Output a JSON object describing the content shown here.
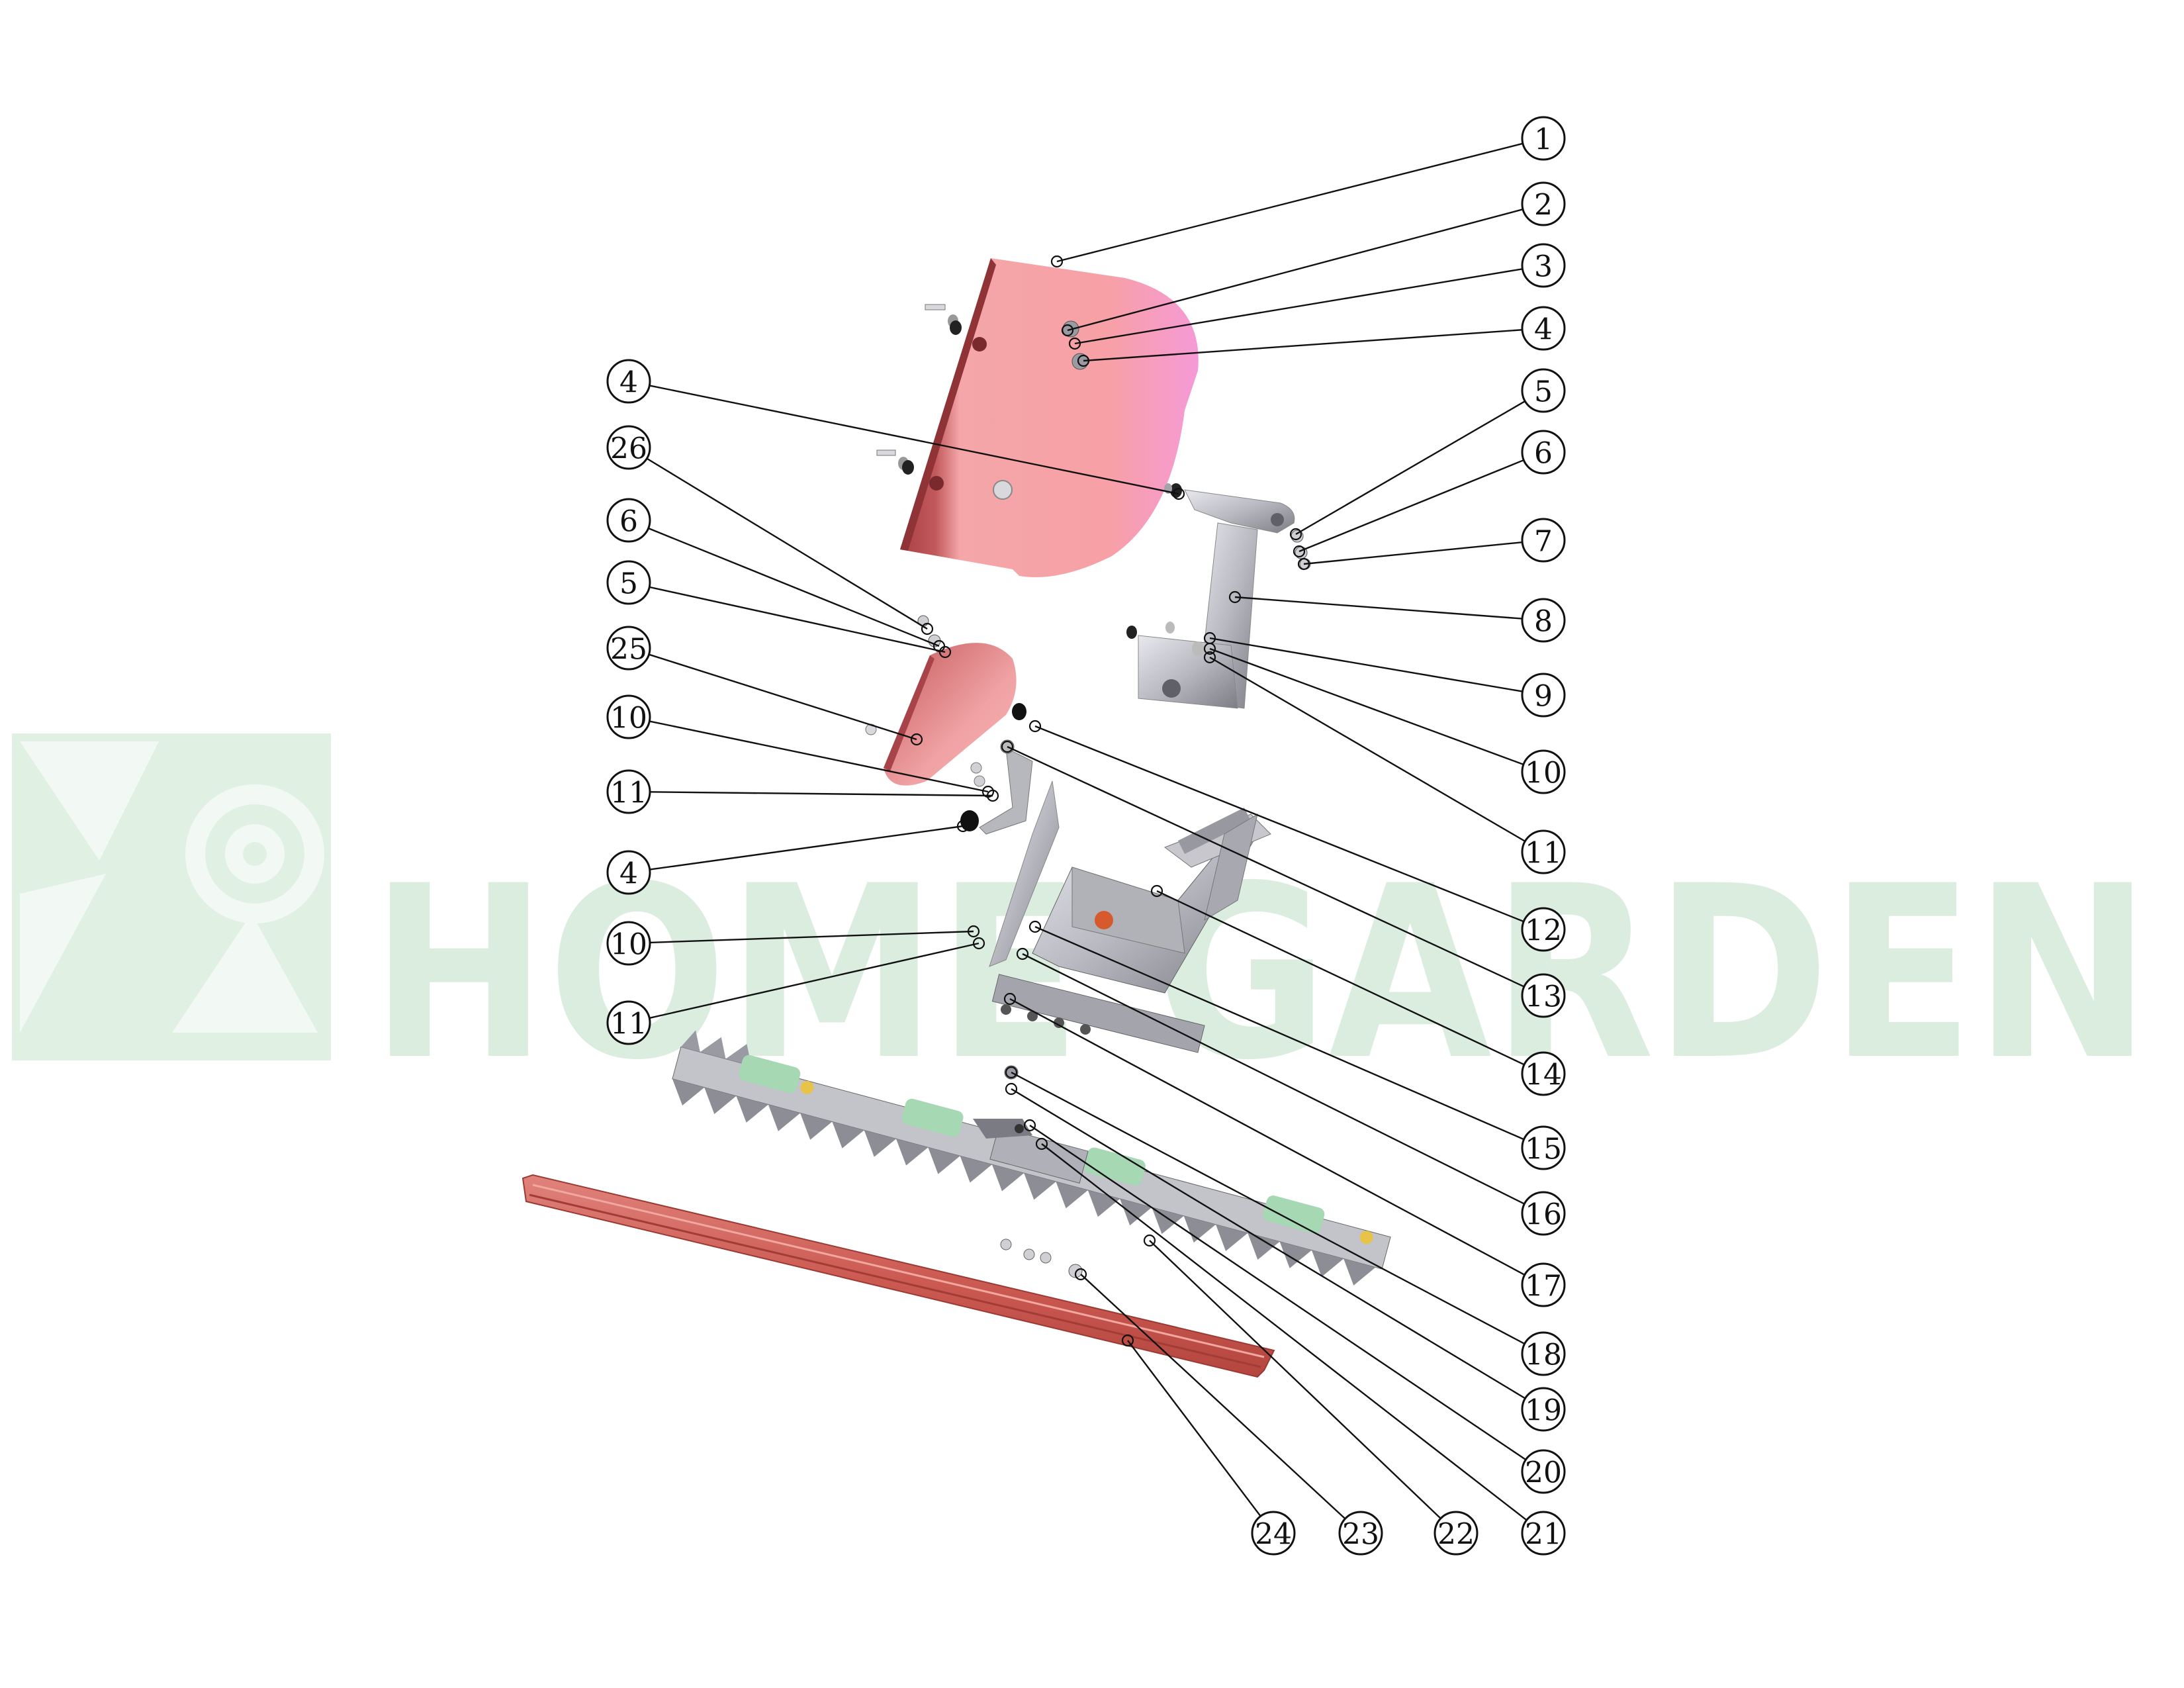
{
  "watermark": {
    "text": "HOME GARDEN",
    "color": "#bfe0c6"
  },
  "colors": {
    "guard_light": "#f5a0a8",
    "guard_dark": "#b5484c",
    "guard_pink": "#f7a3d6",
    "blade_guard": "#d9675f",
    "metal": "#bdbdc5",
    "metal_dark": "#6b6b74",
    "blade_green": "#a6d8b4",
    "callout_stroke": "#111111"
  },
  "callouts": [
    {
      "id": "c1",
      "label": "1"
    },
    {
      "id": "c2",
      "label": "2"
    },
    {
      "id": "c3",
      "label": "3"
    },
    {
      "id": "c4a",
      "label": "4"
    },
    {
      "id": "c5a",
      "label": "5"
    },
    {
      "id": "c6a",
      "label": "6"
    },
    {
      "id": "c7",
      "label": "7"
    },
    {
      "id": "c8",
      "label": "8"
    },
    {
      "id": "c9",
      "label": "9"
    },
    {
      "id": "c10a",
      "label": "10"
    },
    {
      "id": "c11a",
      "label": "11"
    },
    {
      "id": "c12",
      "label": "12"
    },
    {
      "id": "c13",
      "label": "13"
    },
    {
      "id": "c14",
      "label": "14"
    },
    {
      "id": "c15",
      "label": "15"
    },
    {
      "id": "c16",
      "label": "16"
    },
    {
      "id": "c17",
      "label": "17"
    },
    {
      "id": "c18",
      "label": "18"
    },
    {
      "id": "c19",
      "label": "19"
    },
    {
      "id": "c20",
      "label": "20"
    },
    {
      "id": "c21",
      "label": "21"
    },
    {
      "id": "c22",
      "label": "22"
    },
    {
      "id": "c23",
      "label": "23"
    },
    {
      "id": "c24",
      "label": "24"
    },
    {
      "id": "c4b",
      "label": "4"
    },
    {
      "id": "c26",
      "label": "26"
    },
    {
      "id": "c6b",
      "label": "6"
    },
    {
      "id": "c5b",
      "label": "5"
    },
    {
      "id": "c25",
      "label": "25"
    },
    {
      "id": "c10b",
      "label": "10"
    },
    {
      "id": "c11b",
      "label": "11"
    },
    {
      "id": "c4c",
      "label": "4"
    },
    {
      "id": "c10c",
      "label": "10"
    },
    {
      "id": "c11c",
      "label": "11"
    }
  ]
}
